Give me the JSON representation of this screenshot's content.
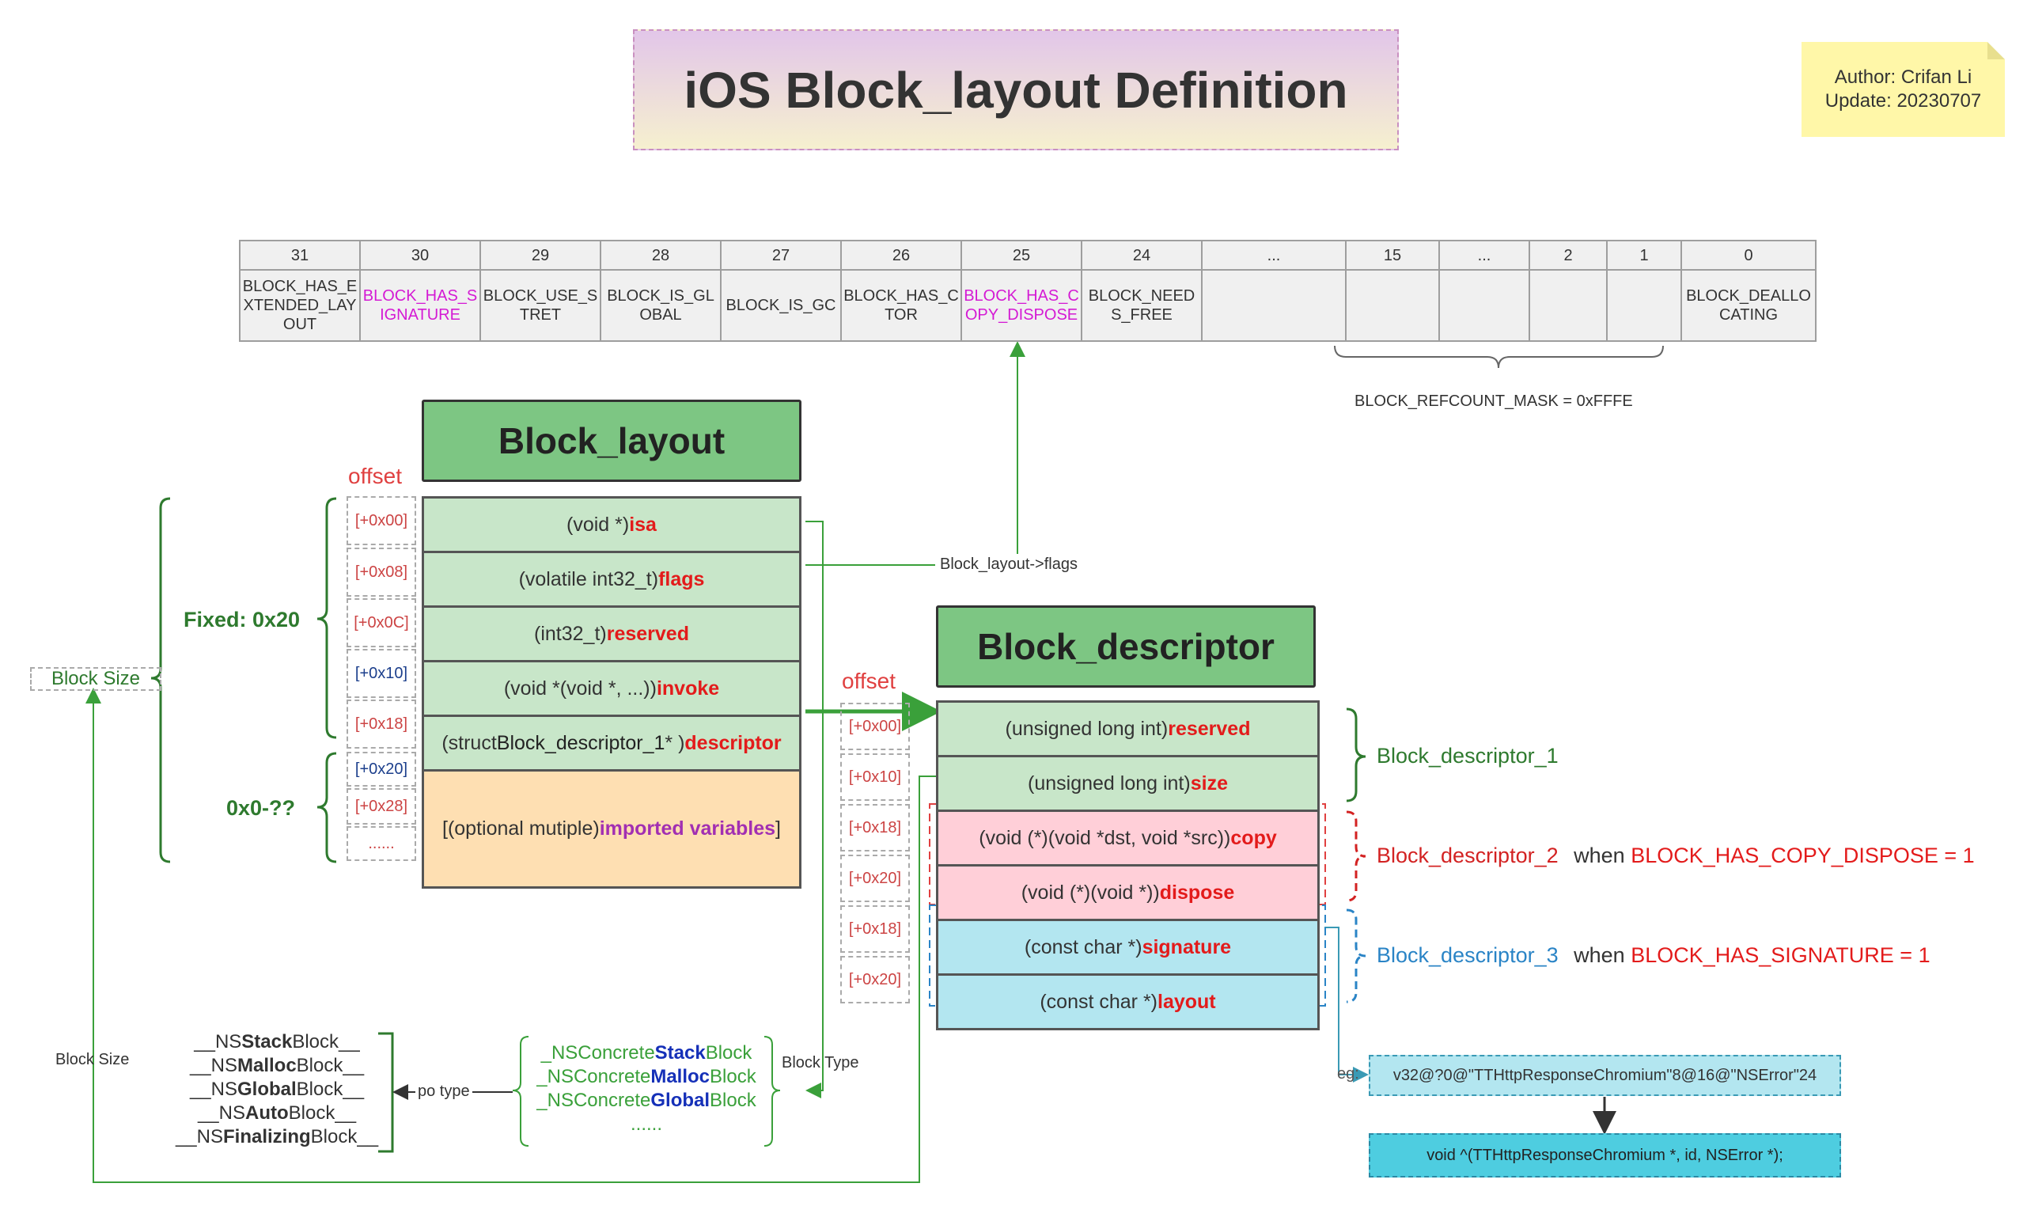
{
  "title": "iOS Block_layout Definition",
  "note": {
    "author": "Author: Crifan Li",
    "update": "Update: 20230707"
  },
  "flags_table": {
    "bits": [
      "31",
      "30",
      "29",
      "28",
      "27",
      "26",
      "25",
      "24",
      "...",
      "15",
      "...",
      "2",
      "1",
      "0"
    ],
    "names": [
      "BLOCK_HAS_EXTENDED_LAYOUT",
      "BLOCK_HAS_SIGNATURE",
      "BLOCK_USE_STRET",
      "BLOCK_IS_GLOBAL",
      "BLOCK_IS_GC",
      "BLOCK_HAS_CTOR",
      "BLOCK_HAS_COPY_DISPOSE",
      "BLOCK_NEEDS_FREE",
      "",
      "",
      "",
      "",
      "",
      "BLOCK_DEALLOCATING"
    ],
    "refcount_mask": "BLOCK_REFCOUNT_MASK = 0xFFFE"
  },
  "block_layout": {
    "title": "Block_layout",
    "offset_label": "offset",
    "offsets": [
      "[+0x00]",
      "[+0x08]",
      "[+0x0C]",
      "[+0x10]",
      "[+0x18]",
      "[+0x20]",
      "[+0x28]",
      "......"
    ],
    "rows": [
      {
        "type": "(void *) ",
        "name": "isa"
      },
      {
        "type": "(volatile int32_t) ",
        "name": "flags"
      },
      {
        "type": "(int32_t) ",
        "name": "reserved"
      },
      {
        "type": "(void *(void *, ...)) ",
        "name": "invoke"
      },
      {
        "type_pre": "(struct ",
        "type_mid": "Block_descriptor_1",
        "type_post": " * ) ",
        "name": "descriptor"
      }
    ],
    "imported": {
      "pre": "[(optional mutiple) ",
      "mid": "imported variables",
      "post": "]"
    },
    "fixed_label": "Fixed: 0x20",
    "variable_label": "0x0-??",
    "block_size": "Block Size",
    "flags_arrow_label": "Block_layout->flags"
  },
  "block_descriptor": {
    "title": "Block_descriptor",
    "offset_label": "offset",
    "offsets": [
      "[+0x00]",
      "[+0x10]",
      "[+0x18]",
      "[+0x20]",
      "[+0x18]",
      "[+0x20]"
    ],
    "rows": [
      {
        "type": "(unsigned long int) ",
        "name": "reserved"
      },
      {
        "type": "(unsigned long int) ",
        "name": "size"
      },
      {
        "type": "(void (*)(void *dst, void *src)) ",
        "name": "copy"
      },
      {
        "type": "(void (*)(void *)) ",
        "name": "dispose"
      },
      {
        "type": "(const char *) ",
        "name": "signature"
      },
      {
        "type": "(const char *) ",
        "name": "layout"
      }
    ],
    "desc1": "Block_descriptor_1",
    "desc2": "Block_descriptor_2",
    "desc2_when": "when ",
    "desc2_cond": "BLOCK_HAS_COPY_DISPOSE = 1",
    "desc3": "Block_descriptor_3",
    "desc3_when": "when ",
    "desc3_cond": "BLOCK_HAS_SIGNATURE = 1"
  },
  "signature_example": {
    "eg_label": "eg:",
    "encoded": "v32@?0@\"TTHttpResponseChromium\"8@16@\"NSError\"24",
    "decoded": "void ^(TTHttpResponseChromium *, id, NSError *);"
  },
  "block_types": {
    "block_size_label": "Block Size",
    "ns_classes": [
      {
        "pre": "__NS",
        "bold": "Stack",
        "post": "Block__"
      },
      {
        "pre": "__NS",
        "bold": "Malloc",
        "post": "Block__"
      },
      {
        "pre": "__NS",
        "bold": "Global",
        "post": "Block__"
      },
      {
        "pre": "__NS",
        "bold": "Auto",
        "post": "Block__"
      },
      {
        "pre": "__NS",
        "bold": "Finalizing",
        "post": "Block__"
      }
    ],
    "po_type": "po type",
    "concrete": [
      {
        "pre": "_NSConcrete",
        "bold": "Stack",
        "post": "Block"
      },
      {
        "pre": "_NSConcrete",
        "bold": "Malloc",
        "post": "Block"
      },
      {
        "pre": "_NSConcrete",
        "bold": "Global",
        "post": "Block"
      }
    ],
    "concrete_more": "......",
    "block_type_label": "Block Type"
  },
  "colors": {
    "header_green": "#7dc683",
    "row_green": "#c8e6c9",
    "row_orange": "#fedfb2",
    "row_pink": "#ffcfd8",
    "row_cyan": "#b3e6f0",
    "accent_red": "#e31b1b"
  }
}
